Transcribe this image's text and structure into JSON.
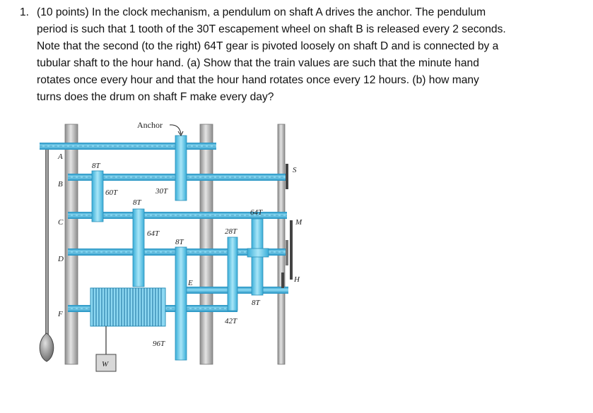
{
  "problem": {
    "number": "1.",
    "lines": [
      "(10 points) In the clock mechanism, a pendulum on shaft A drives the anchor. The pendulum",
      "period is such that 1 tooth of the 30T escapement wheel on shaft B is released every 2 seconds.",
      "Note that the second (to the right) 64T gear is pivoted loosely on shaft D and is connected by a",
      "tubular shaft to the hour hand. (a) Show that the train values are such that the minute hand",
      "rotates once every hour and that the hour hand rotates once every 12 hours. (b) how many",
      "turns does the drum on shaft F make every day?"
    ]
  },
  "figure": {
    "anchor_label": "Anchor",
    "shaft_labels": {
      "A": "A",
      "B": "B",
      "C": "C",
      "D": "D",
      "E": "E",
      "F": "F"
    },
    "hand_labels": {
      "S": "S",
      "M": "M",
      "H": "H"
    },
    "weight_label": "W",
    "gear_labels": {
      "g8t_b": "8T",
      "g60t": "60T",
      "g30t": "30T",
      "g8t_c": "8T",
      "g64t_left": "64T",
      "g8t_d": "8T",
      "g28t": "28T",
      "g64t_right": "64T",
      "g8t_right": "8T",
      "g42t": "42T",
      "g96t": "96T"
    },
    "colors": {
      "shaft_blue": "#3fb8e0",
      "gear_blue": "#5cc6ec",
      "frame_gray": "#b0b0b0"
    }
  }
}
